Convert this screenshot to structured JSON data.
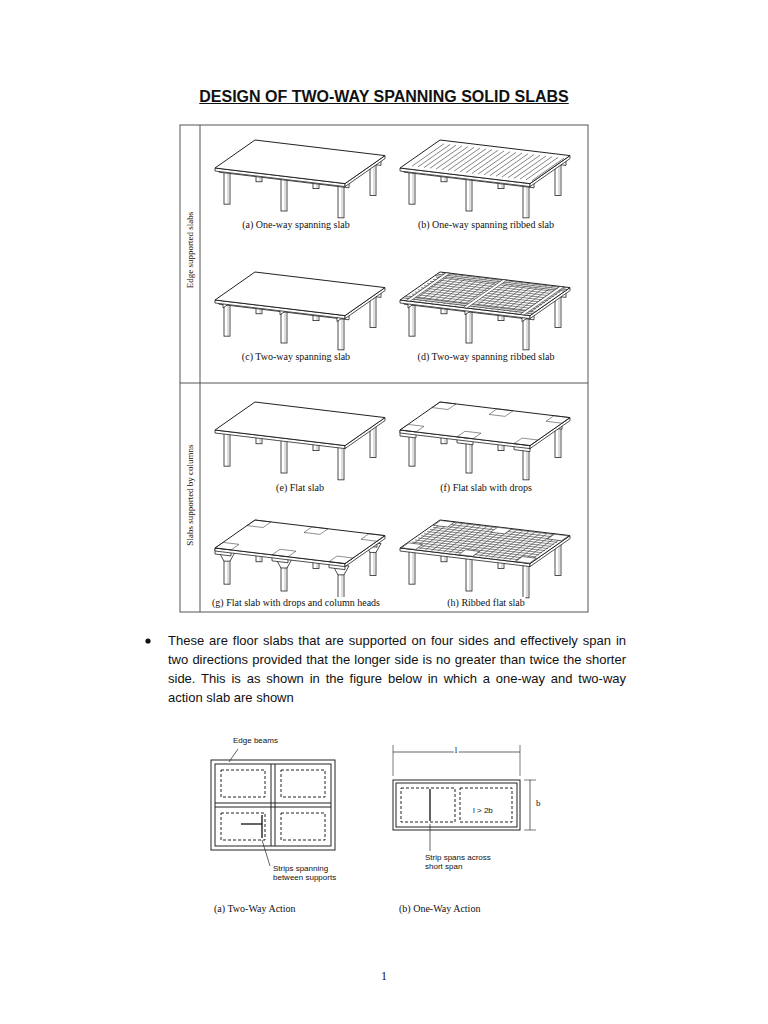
{
  "diagram": {
    "title": "DESIGN OF TWO-WAY SPANNING SOLID SLABS",
    "labels": [
      "(a) One-way spanning slab",
      "(b) One-way spanning ribbed slab",
      "(c) Two-way spanning slab",
      "(d) Two-way spanning ribbed slab",
      "(e) Flat slab",
      "(f) Flat slab with drops",
      "(g) Flat slab with drops and column heads",
      "(h) Ribbed flat slab",
      "Edge supported slabs",
      "Slabs supported by columns",
      "These are floor slabs that are supported on four sides and effectively span in two directions provided that the longer side is no greater than twice the shorter side. This is as shown in the figure below in which a one-way and two-way action slab are shown",
      "Edge beams",
      "Strips spanning between supports",
      "(a) Two-Way Action",
      "l",
      "b",
      "l > 2b",
      "Strip spans across short span",
      "(b) One-Way Action",
      "1"
    ]
  }
}
